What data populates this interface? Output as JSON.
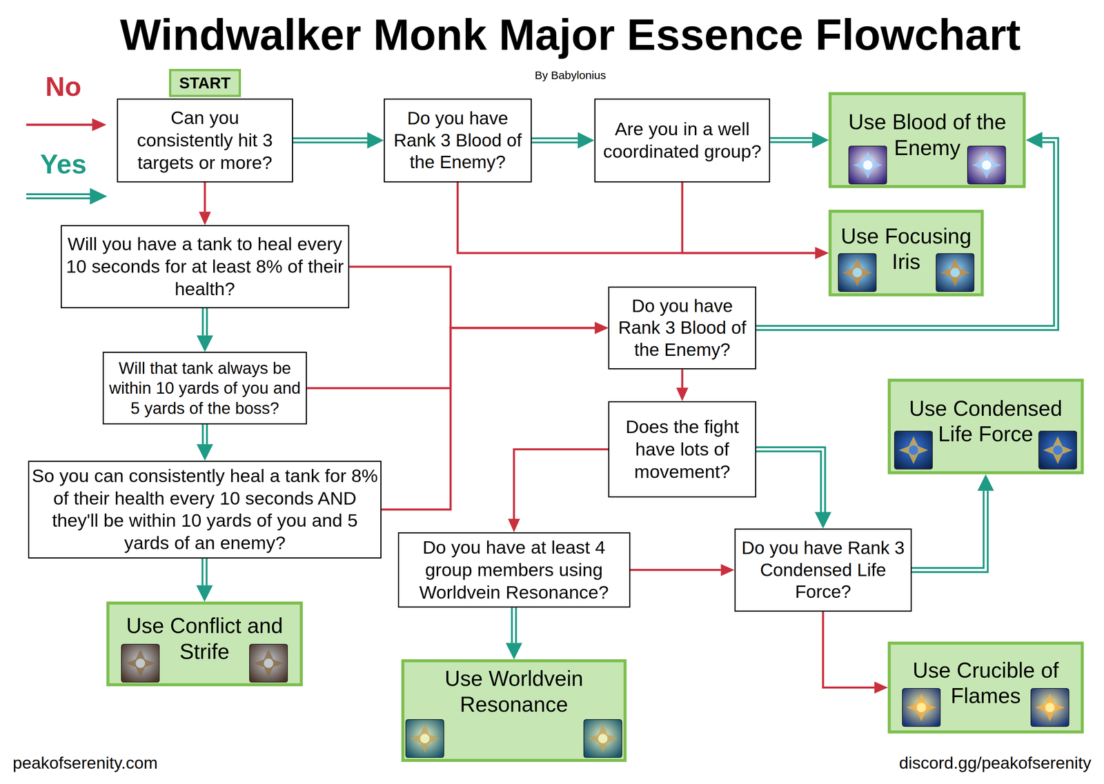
{
  "diagram": {
    "title": "Windwalker Monk Major Essence Flowchart",
    "nodes": [
      {
        "text": [
          "START"
        ]
      },
      {
        "text": [
          "Can you consistently hit 3 targets or more?"
        ]
      },
      {
        "text": [
          "Do you have Rank 3 Blood of the Enemy?"
        ]
      },
      {
        "text": [
          "Are you in a well coordinated group?"
        ]
      },
      {
        "text": [
          "Use Blood of the Enemy"
        ]
      },
      {
        "text": [
          "Use Focusing Iris"
        ]
      },
      {
        "text": [
          "Will you have a tank to heal every 10 seconds for at least 8% of their health?"
        ]
      },
      {
        "text": [
          "Do you have Rank 3 Blood of the Enemy?"
        ]
      },
      {
        "text": [
          "Will that tank always be within 10 yards of you and 5 yards of the boss?"
        ]
      },
      {
        "text": [
          "Use Condensed Life Force"
        ]
      },
      {
        "text": [
          "Does the fight have lots of movement?"
        ]
      },
      {
        "text": [
          "So you can consistently heal a tank for 8% of their health every 10 seconds AND they'll be within 10 yards of you and 5 yards of an enemy?"
        ]
      },
      {
        "text": [
          "Do you have at least 4 group members using Worldvein Resonance?"
        ]
      },
      {
        "text": [
          "Do you have Rank 3 Condensed Life Force?"
        ]
      },
      {
        "text": [
          "Use Conflict and Strife"
        ]
      },
      {
        "text": [
          "Use Worldvein Resonance"
        ]
      },
      {
        "text": [
          "Use Crucible of Flames"
        ]
      }
    ],
    "edges": [
      {
        "from": 1,
        "to": 2,
        "arrow": "to"
      },
      {
        "from": 1,
        "to": 6,
        "arrow": "to"
      },
      {
        "from": 2,
        "to": 3,
        "arrow": "to"
      },
      {
        "from": 2,
        "to": 5,
        "arrow": "to"
      },
      {
        "from": 3,
        "to": 4,
        "arrow": "to"
      },
      {
        "from": 3,
        "to": 5,
        "arrow": "to"
      },
      {
        "from": 6,
        "to": 8,
        "arrow": "to"
      },
      {
        "from": 6,
        "to": 7,
        "arrow": "to"
      },
      {
        "from": 8,
        "to": 7,
        "arrow": "to"
      },
      {
        "from": 8,
        "to": 11,
        "arrow": "to"
      },
      {
        "from": 11,
        "to": 7,
        "arrow": "to"
      },
      {
        "from": 11,
        "to": 14,
        "arrow": "to"
      },
      {
        "from": 7,
        "to": 4,
        "arrow": "to"
      },
      {
        "from": 7,
        "to": 10,
        "arrow": "to"
      },
      {
        "from": 10,
        "to": 13,
        "arrow": "to"
      },
      {
        "from": 10,
        "to": 12,
        "arrow": "to"
      },
      {
        "from": 12,
        "to": 15,
        "arrow": "to"
      },
      {
        "from": 12,
        "to": 13,
        "arrow": "to"
      },
      {
        "from": 13,
        "to": 9,
        "arrow": "to"
      },
      {
        "from": 13,
        "to": 16,
        "arrow": "to"
      }
    ],
    "labels": [
      "By Babylonius",
      "peakofserenity.com",
      "discord.gg/peakofserenity"
    ],
    "legend": [
      {
        "text": "No"
      },
      {
        "text": "Yes"
      }
    ]
  }
}
